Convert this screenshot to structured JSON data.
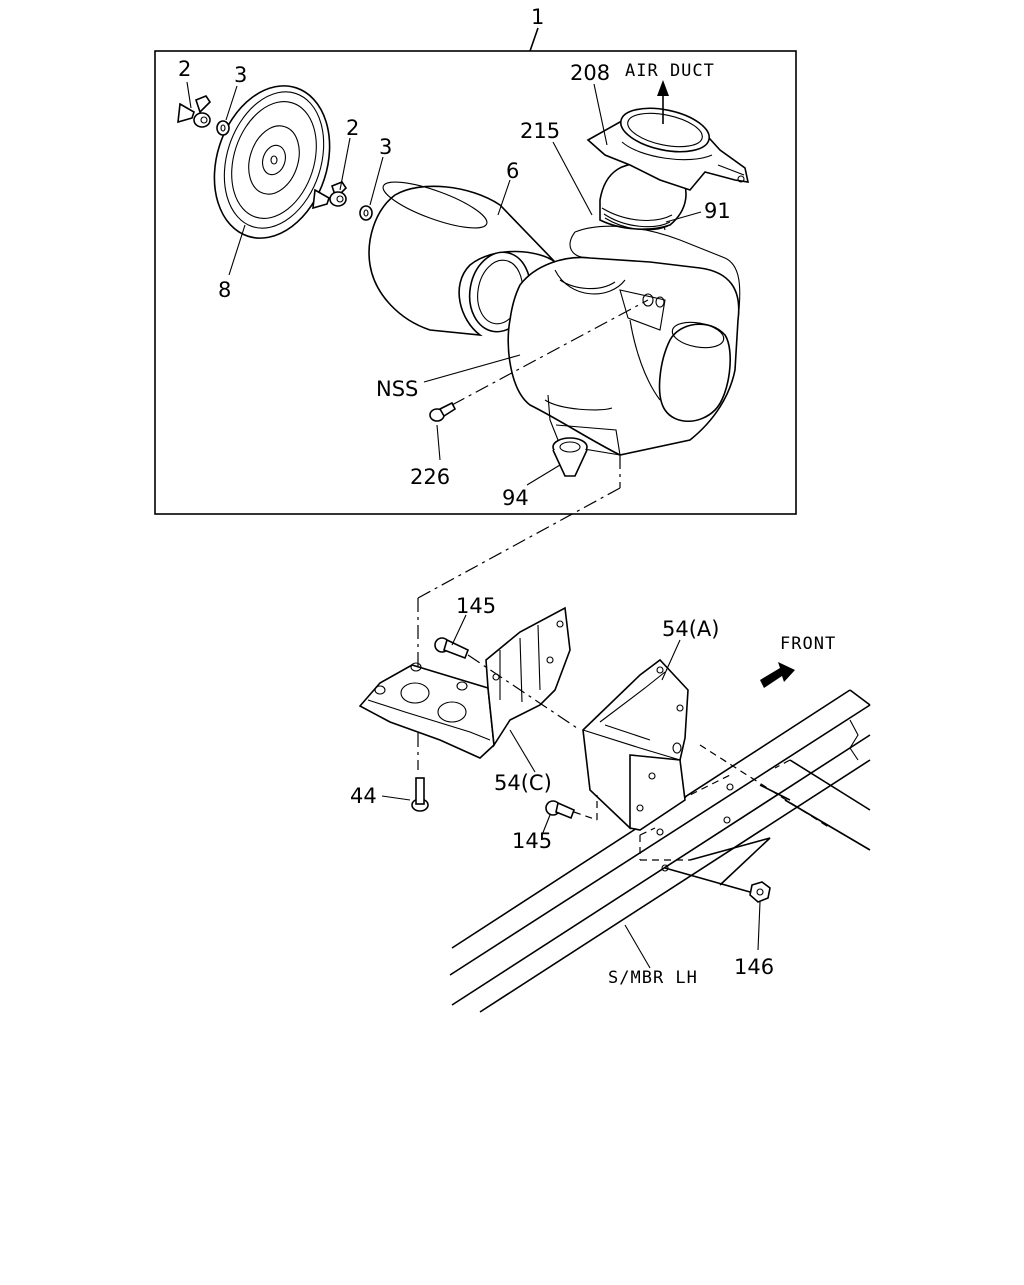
{
  "diagram": {
    "labels": {
      "assembly": "1",
      "wing_nut_a": "2",
      "washer_a": "3",
      "wing_nut_b": "2",
      "washer_b": "3",
      "cover": "8",
      "element": "6",
      "duct": "208",
      "air_duct": "AIR DUCT",
      "hose": "215",
      "clamp": "91",
      "nss": "NSS",
      "bolt_226": "226",
      "valve_94": "94",
      "bolt_145_top": "145",
      "bracket_a": "54(A)",
      "front": "FRONT",
      "bolt_44": "44",
      "bracket_c": "54(C)",
      "bolt_145_bottom": "145",
      "nut_146": "146",
      "side_member": "S/MBR LH"
    },
    "colors": {
      "line": "#000000",
      "background": "#ffffff"
    }
  }
}
